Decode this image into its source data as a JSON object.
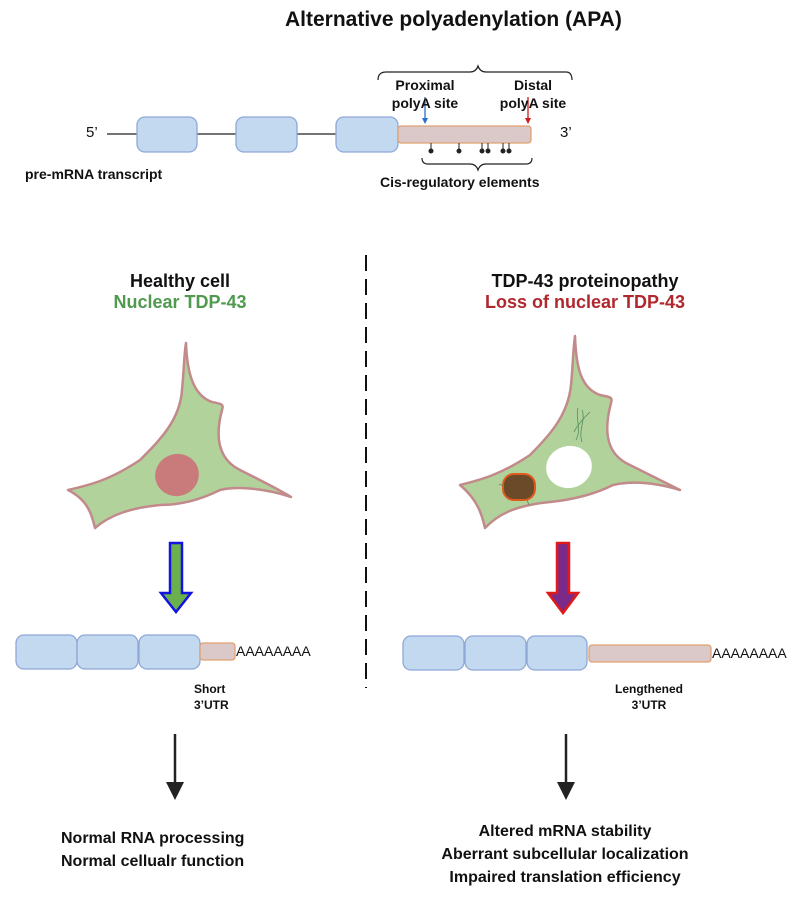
{
  "title": "Alternative polyadenylation (APA)",
  "pre_mrna": {
    "five_prime": "5’",
    "three_prime": "3’",
    "label": "pre-mRNA transcript",
    "proximal_site": [
      "Proximal",
      "polyA site"
    ],
    "distal_site": [
      "Distal",
      "polyA site"
    ],
    "cis_label": "Cis-regulatory elements",
    "colors": {
      "exon": "#c3d9f0",
      "exon_border": "#8ea8d8",
      "utr": "#dbc9c9",
      "utr_border": "#e0a070",
      "proximal_arrow": "#2a6fd0",
      "distal_arrow": "#d01a1a"
    }
  },
  "left_panel": {
    "heading": "Healthy cell",
    "subheading": "Nuclear TDP-43",
    "subheading_color": "#4f9a4f",
    "utr_label": [
      "Short",
      "3’UTR"
    ],
    "polyA": "AAAAAAAA",
    "outcomes": [
      "Normal RNA processing",
      "Normal cellualr function"
    ],
    "colors": {
      "cell": "#b2d29c",
      "cell_border": "#c28a8a",
      "nucleus": "#c97a7a",
      "arrow_fill": "#6ab04c",
      "arrow_border": "#1414e0"
    }
  },
  "right_panel": {
    "heading": "TDP-43 proteinopathy",
    "subheading": "Loss of nuclear TDP-43",
    "subheading_color": "#b0272d",
    "utr_label": [
      "Lengthened",
      "3’UTR"
    ],
    "polyA": "AAAAAAAA",
    "outcomes": [
      "Altered mRNA stability",
      "Aberrant subcellular localization",
      "Impaired translation efficiency"
    ],
    "colors": {
      "cell": "#b2d29c",
      "cell_border": "#c28a8a",
      "aggregate": "#6b4a2a",
      "aggregate_border": "#e05a1e",
      "arrow_fill": "#7b2a8a",
      "arrow_border": "#e01a1a"
    }
  }
}
